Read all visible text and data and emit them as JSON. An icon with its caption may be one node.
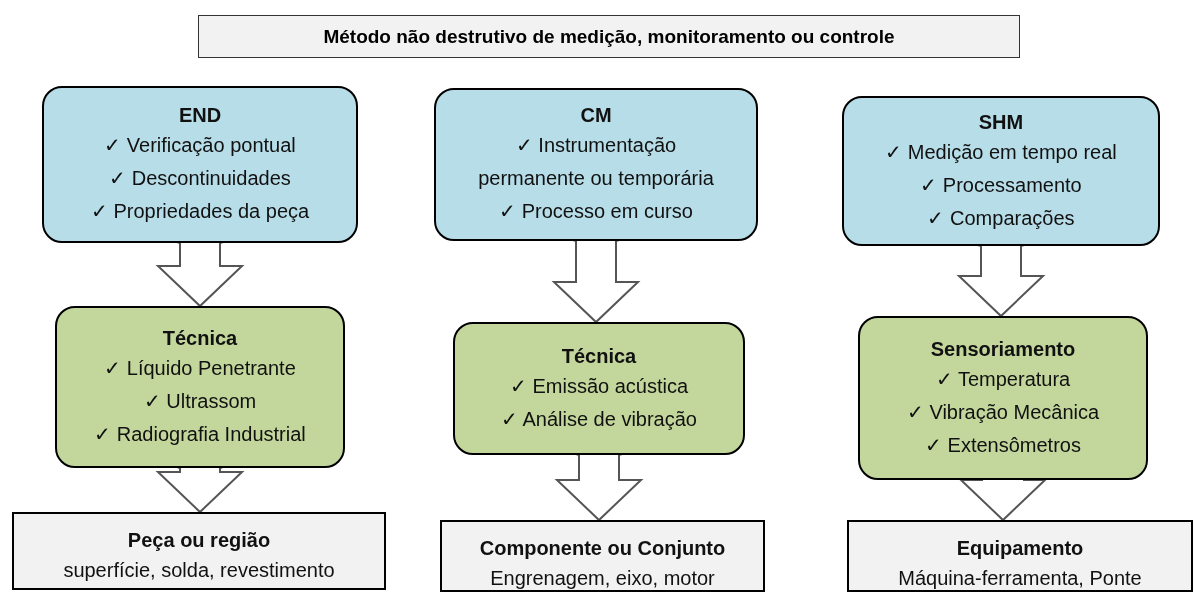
{
  "diagram": {
    "title": "Método não destrutivo de medição, monitoramento ou controle",
    "nodes": [
      {
        "text": [
          "END",
          "✓ Verificação pontual",
          "✓ Descontinuidades",
          "✓ Propriedades da peça"
        ]
      },
      {
        "text": [
          "CM",
          "✓ Instrumentação permanente ou temporária",
          "✓ Processo em curso"
        ]
      },
      {
        "text": [
          "SHM",
          "✓ Medição em tempo real",
          "✓ Processamento",
          "✓ Comparações"
        ]
      },
      {
        "text": [
          "Técnica",
          "✓ Líquido Penetrante",
          "✓ Ultrassom",
          "✓ Radiografia Industrial"
        ]
      },
      {
        "text": [
          "Técnica",
          "✓ Emissão acústica",
          "✓ Análise de vibração"
        ]
      },
      {
        "text": [
          "Sensoriamento",
          "✓ Temperatura",
          "✓ Vibração Mecânica",
          "✓ Extensômetros"
        ]
      },
      {
        "text": [
          "Peça ou região",
          "superfície, solda, revestimento"
        ]
      },
      {
        "text": [
          "Componente ou Conjunto",
          "Engrenagem, eixo, motor"
        ]
      },
      {
        "text": [
          "Equipamento",
          "Máquina-ferramenta, Ponte"
        ]
      }
    ],
    "edges": [
      {
        "from": 0,
        "to": 3,
        "arrow": "to"
      },
      {
        "from": 3,
        "to": 6,
        "arrow": "to"
      },
      {
        "from": 1,
        "to": 4,
        "arrow": "to"
      },
      {
        "from": 4,
        "to": 7,
        "arrow": "to"
      },
      {
        "from": 2,
        "to": 5,
        "arrow": "to"
      },
      {
        "from": 5,
        "to": 8,
        "arrow": "to"
      }
    ]
  }
}
